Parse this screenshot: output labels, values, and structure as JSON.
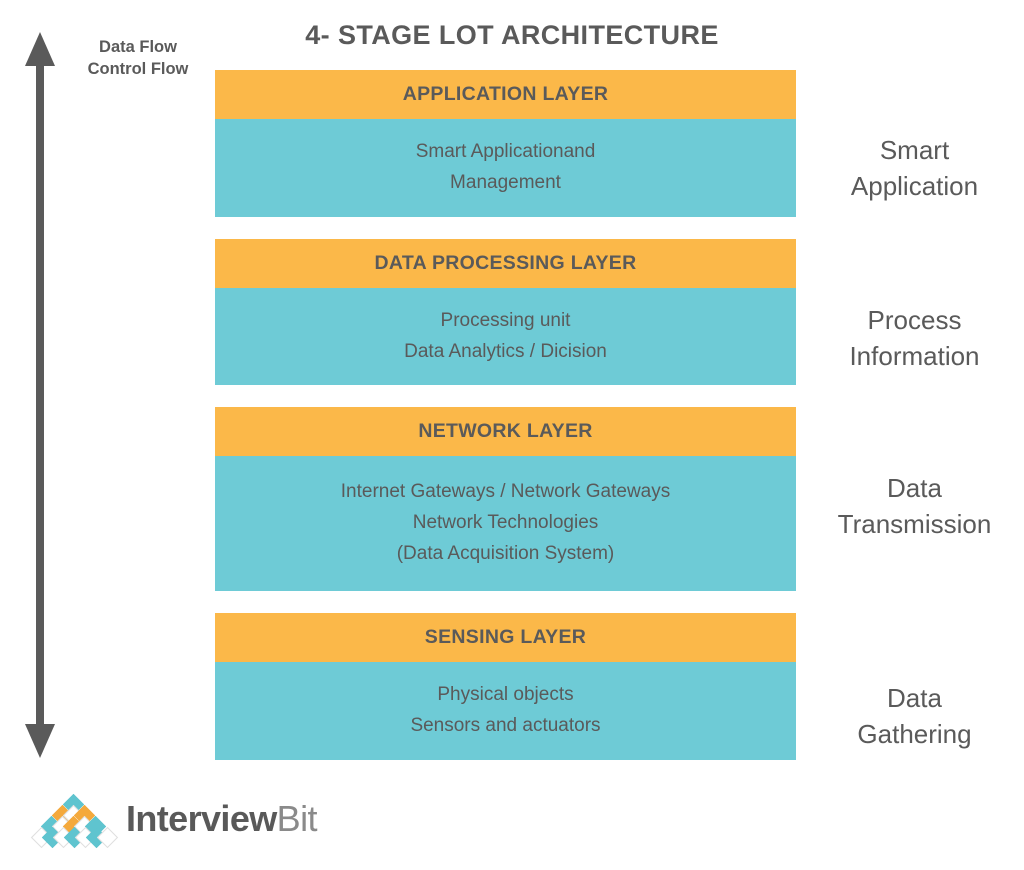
{
  "page": {
    "title": "4- STAGE LOT ARCHITECTURE",
    "background_color": "#ffffff"
  },
  "colors": {
    "header_orange": "#fbb849",
    "body_teal": "#6ecbd6",
    "text_gray": "#5a5a5a",
    "logo_teal": "#5fc4cf",
    "logo_orange": "#f4a93c"
  },
  "flow": {
    "arrow_icon": "double-headed-vertical-arrow-icon",
    "labels": [
      "Data Flow",
      "Control Flow"
    ]
  },
  "layers": [
    {
      "header": "APPLICATION LAYER",
      "body_lines": [
        "Smart Applicationand",
        "Management"
      ],
      "caption_lines": [
        "Smart",
        "Application"
      ]
    },
    {
      "header": "DATA PROCESSING LAYER",
      "body_lines": [
        "Processing unit",
        "Data Analytics / Dicision"
      ],
      "caption_lines": [
        "Process",
        "Information"
      ]
    },
    {
      "header": "NETWORK LAYER",
      "body_lines": [
        "Internet Gateways / Network Gateways",
        "Network Technologies",
        "(Data Acquisition System)"
      ],
      "caption_lines": [
        "Data",
        "Transmission"
      ]
    },
    {
      "header": "SENSING LAYER",
      "body_lines": [
        "Physical objects",
        "Sensors and actuators"
      ],
      "caption_lines": [
        "Data",
        "Gathering"
      ]
    }
  ],
  "logo": {
    "mark_icon": "interviewbit-diamond-triangle-icon",
    "word_bold": "Interview",
    "word_light": "Bit"
  }
}
